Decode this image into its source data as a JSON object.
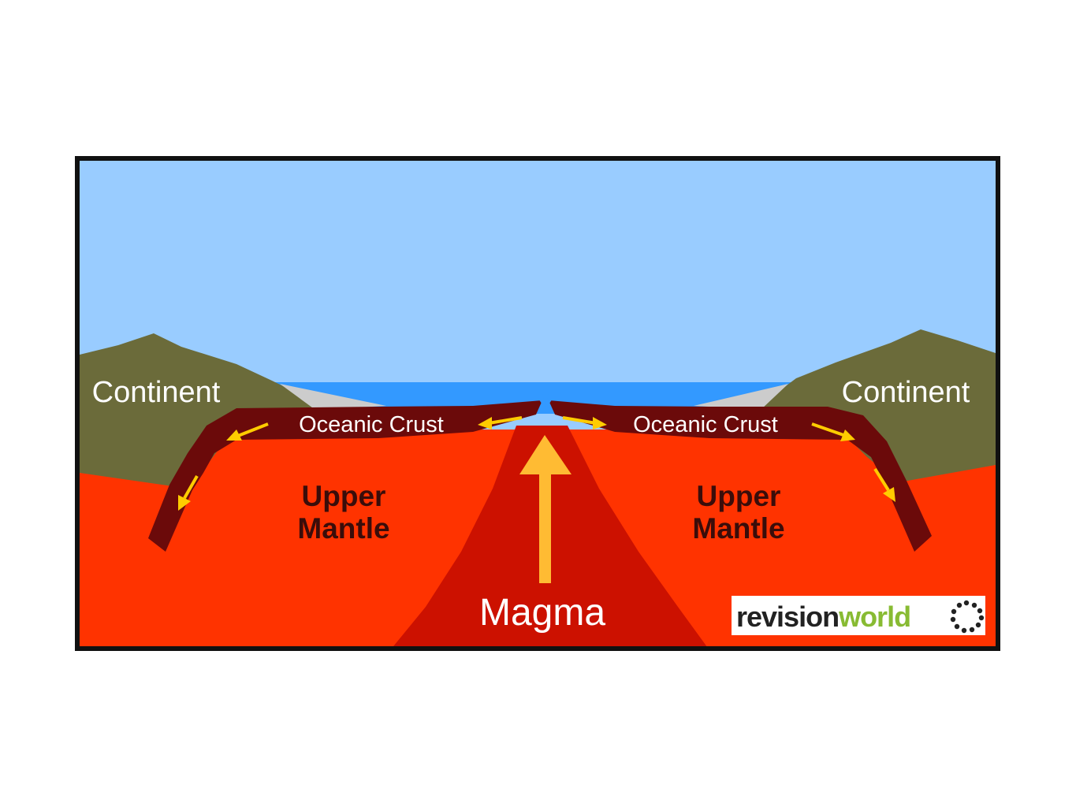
{
  "labels": {
    "continent_left": "Continent",
    "continent_right": "Continent",
    "oceanic_crust_left": "Oceanic Crust",
    "oceanic_crust_right": "Oceanic Crust",
    "upper_left_line1": "Upper",
    "upper_left_line2": "Mantle",
    "upper_right_line1": "Upper",
    "upper_right_line2": "Mantle",
    "magma": "Magma"
  },
  "logo": {
    "part1": "revision",
    "part2": "world"
  },
  "colors": {
    "sky": "#99ccff",
    "ocean": "#3399ff",
    "continent": "#6b6b3a",
    "crust": "#6b0a0a",
    "mantle": "#ff3300",
    "magma": "#cc1100",
    "arrow": "#ffcc00",
    "logo_dark": "#222222",
    "logo_green": "#88bb33"
  },
  "icons": {
    "logo_mark": "dotted-circle-icon",
    "plate_motion": "arrow-icon"
  }
}
